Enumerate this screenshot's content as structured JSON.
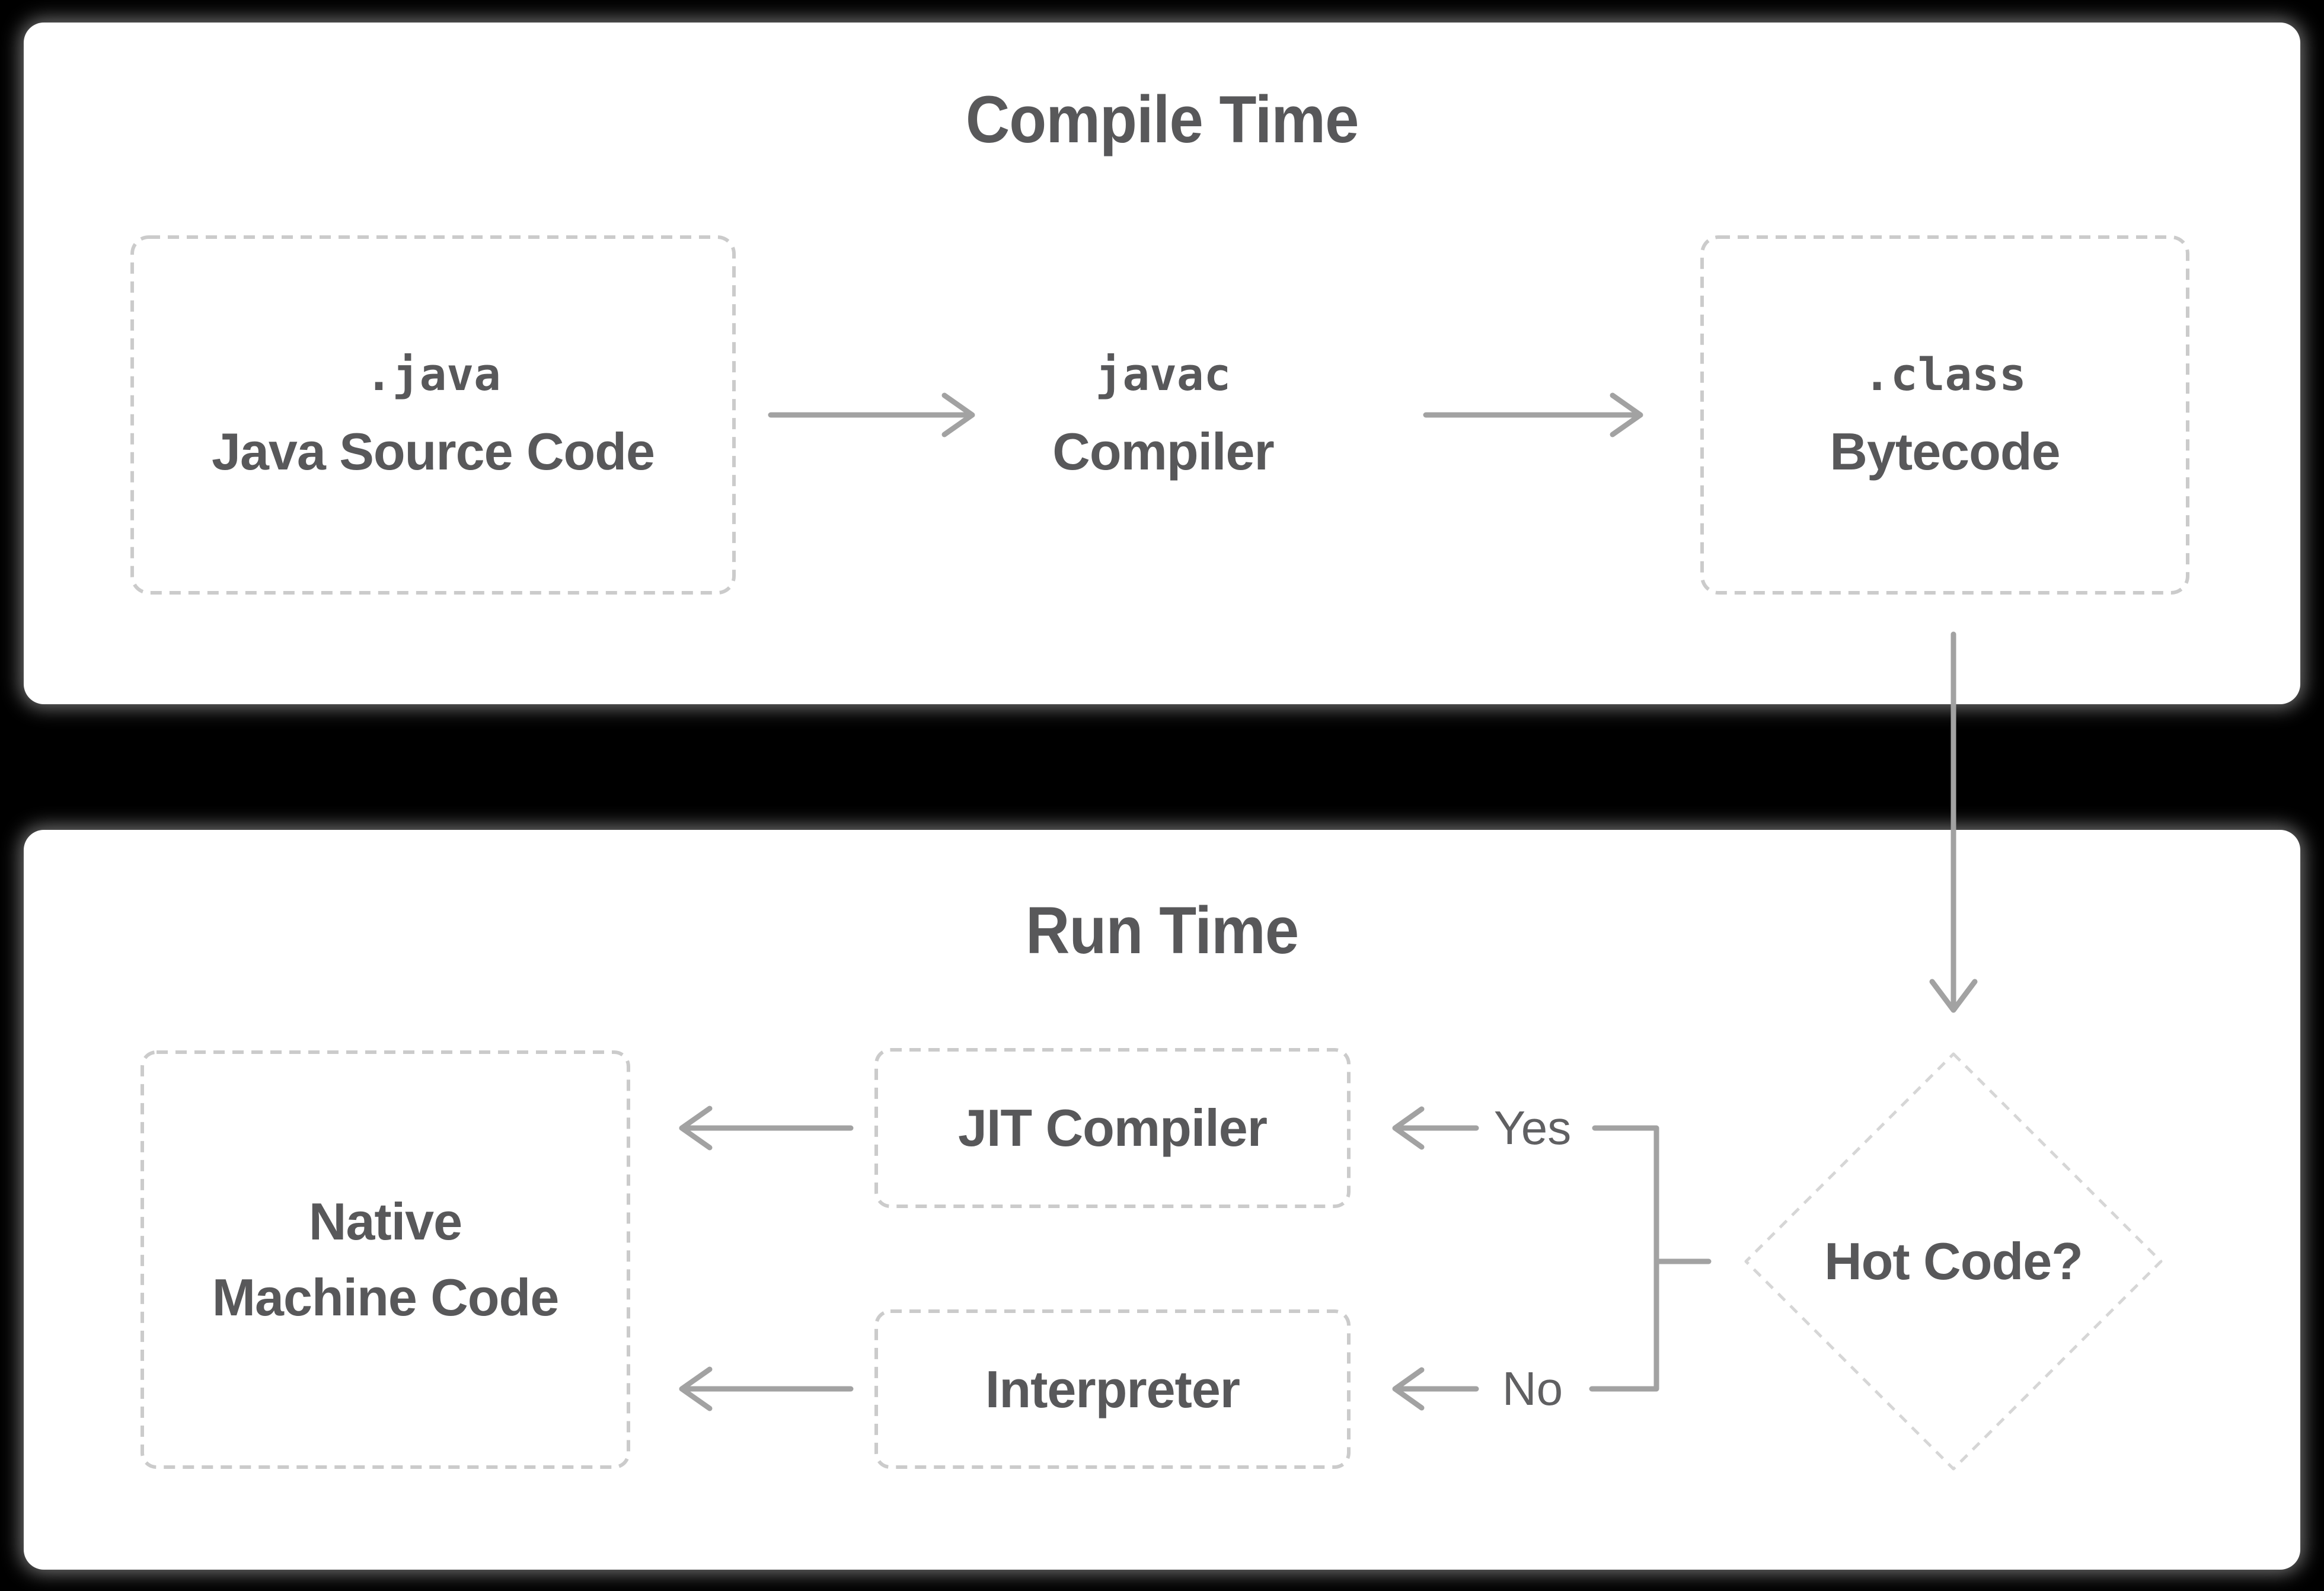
{
  "panels": {
    "compile": {
      "title": "Compile Time"
    },
    "run": {
      "title": "Run Time"
    }
  },
  "nodes": {
    "java_source": {
      "file": ".java",
      "label": "Java Source Code"
    },
    "javac": {
      "file": "javac",
      "label": "Compiler"
    },
    "bytecode": {
      "file": ".class",
      "label": "Bytecode"
    },
    "jit": {
      "label": "JIT Compiler"
    },
    "interpreter": {
      "label": "Interpreter"
    },
    "native": {
      "line1": "Native",
      "line2": "Machine Code"
    },
    "hot_code": {
      "label": "Hot Code?"
    }
  },
  "edges": {
    "yes_label": "Yes",
    "no_label": "No"
  },
  "colors": {
    "bg": "#000000",
    "panel": "#ffffff",
    "ink": "#58585a",
    "muted_ink": "#606062",
    "dash": "#cbcbcb",
    "dash_soft": "#d6d6d6",
    "arrow": "#a2a2a2"
  }
}
